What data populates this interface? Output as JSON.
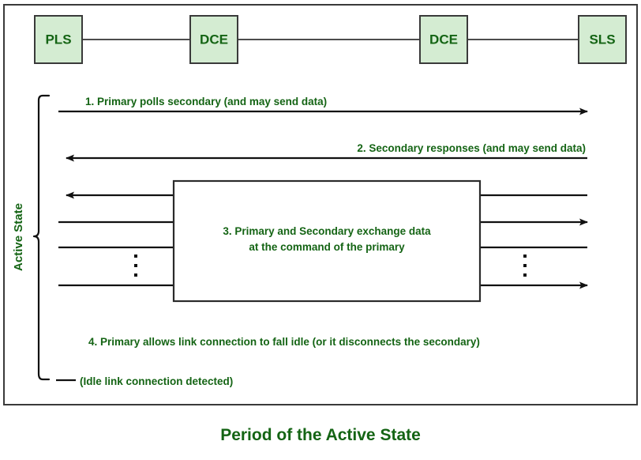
{
  "caption": "Period of the Active State",
  "active_state_label": "Active State",
  "nodes": [
    {
      "id": "pls",
      "label": "PLS"
    },
    {
      "id": "dce-left",
      "label": "DCE"
    },
    {
      "id": "dce-right",
      "label": "DCE"
    },
    {
      "id": "sls",
      "label": "SLS"
    }
  ],
  "messages": [
    {
      "id": "step-1",
      "text": "1. Primary polls secondary (and may send data)",
      "direction": "right"
    },
    {
      "id": "step-2",
      "text": "2. Secondary responses (and may send data)",
      "direction": "left"
    },
    {
      "id": "step-4",
      "text": "4. Primary allows link connection to fall idle (or it disconnects the secondary)",
      "direction": "none"
    },
    {
      "id": "idle",
      "text": "(Idle link connection detected)",
      "direction": "none"
    }
  ],
  "exchange": {
    "line1": "3. Primary and Secondary exchange data",
    "line2": "at the command of the primary"
  },
  "exchange_flows": [
    {
      "id": "flow-1",
      "left_arrow": true,
      "right_arrow": false
    },
    {
      "id": "flow-2",
      "left_arrow": false,
      "right_arrow": true
    },
    {
      "id": "flow-3",
      "left_arrow": false,
      "right_arrow": false
    },
    {
      "id": "flow-4",
      "left_arrow": false,
      "right_arrow": true
    }
  ],
  "ellipsis_glyph": "⋮",
  "colors": {
    "green_text": "#146414",
    "node_fill": "#d4ecd2",
    "line": "#111111",
    "frame": "#3a3a3a"
  }
}
